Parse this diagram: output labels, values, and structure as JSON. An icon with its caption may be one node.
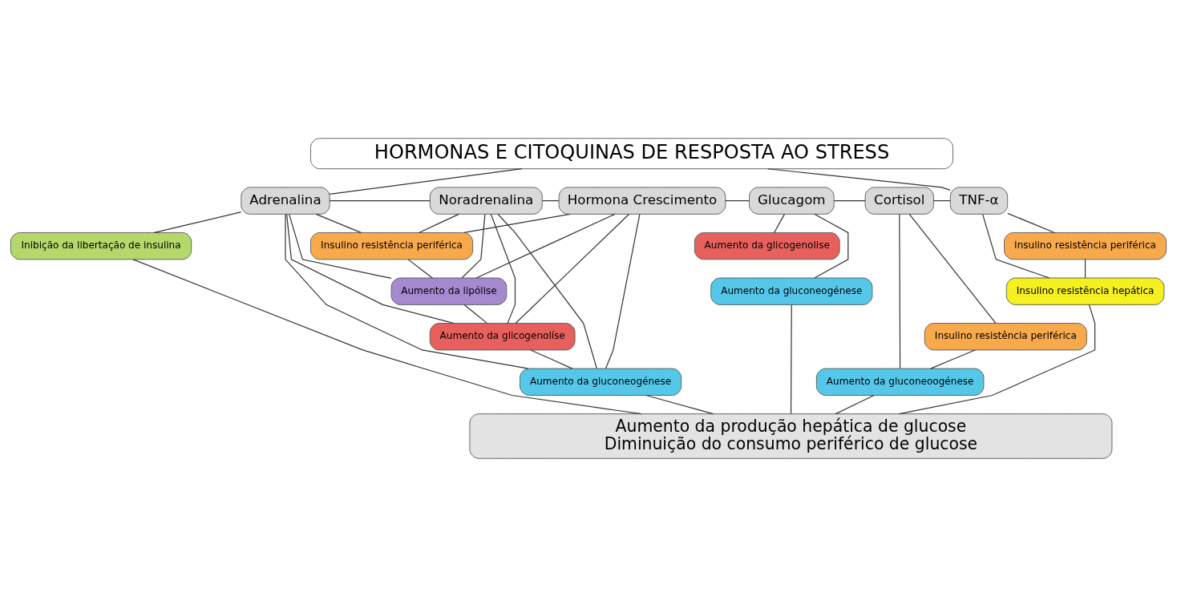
{
  "diagram": {
    "nodes": [
      {
        "text": [
          "HORMONAS E CITOQUINAS DE RESPOSTA AO STRESS"
        ]
      },
      {
        "text": [
          "Adrenalina"
        ]
      },
      {
        "text": [
          "Noradrenalina"
        ]
      },
      {
        "text": [
          "Hormona Crescimento"
        ]
      },
      {
        "text": [
          "Glucagom"
        ]
      },
      {
        "text": [
          "Cortisol"
        ]
      },
      {
        "text": [
          "TNF-α"
        ]
      },
      {
        "text": [
          "Inibição da libertação de insulina"
        ]
      },
      {
        "text": [
          "Insulino resistência periférica"
        ]
      },
      {
        "text": [
          "Aumento da lipólise"
        ]
      },
      {
        "text": [
          "Aumento da glicogenolíse"
        ]
      },
      {
        "text": [
          "Aumento da gluconeogénese"
        ]
      },
      {
        "text": [
          "Aumento da glicogenolise"
        ]
      },
      {
        "text": [
          "Aumento da gluconeogénese"
        ]
      },
      {
        "text": [
          "Insulino resistência periférica"
        ]
      },
      {
        "text": [
          "Insulino resistência hepática"
        ]
      },
      {
        "text": [
          "Insulino resistência periférica"
        ]
      },
      {
        "text": [
          "Aumento da gluconeoogénese"
        ]
      },
      {
        "text": [
          "Aumento da produção hepática de glucose",
          "Diminuição do consumo periférico de glucose"
        ]
      }
    ],
    "edges": [
      {
        "from": 0,
        "to": 1,
        "arrow": "none"
      },
      {
        "from": 0,
        "to": 6,
        "arrow": "none"
      },
      {
        "from": 1,
        "to": 2,
        "arrow": "none"
      },
      {
        "from": 2,
        "to": 3,
        "arrow": "none"
      },
      {
        "from": 3,
        "to": 4,
        "arrow": "none"
      },
      {
        "from": 4,
        "to": 5,
        "arrow": "none"
      },
      {
        "from": 5,
        "to": 6,
        "arrow": "none"
      },
      {
        "from": 1,
        "to": 7,
        "arrow": "none"
      },
      {
        "from": 1,
        "to": 8,
        "arrow": "none"
      },
      {
        "from": 1,
        "to": 9,
        "arrow": "none"
      },
      {
        "from": 1,
        "to": 10,
        "arrow": "none"
      },
      {
        "from": 1,
        "to": 11,
        "arrow": "none"
      },
      {
        "from": 2,
        "to": 8,
        "arrow": "none"
      },
      {
        "from": 2,
        "to": 9,
        "arrow": "none"
      },
      {
        "from": 2,
        "to": 10,
        "arrow": "none"
      },
      {
        "from": 2,
        "to": 11,
        "arrow": "none"
      },
      {
        "from": 3,
        "to": 8,
        "arrow": "none"
      },
      {
        "from": 3,
        "to": 9,
        "arrow": "none"
      },
      {
        "from": 3,
        "to": 10,
        "arrow": "none"
      },
      {
        "from": 3,
        "to": 11,
        "arrow": "none"
      },
      {
        "from": 8,
        "to": 9,
        "arrow": "none"
      },
      {
        "from": 9,
        "to": 10,
        "arrow": "none"
      },
      {
        "from": 10,
        "to": 11,
        "arrow": "none"
      },
      {
        "from": 4,
        "to": 12,
        "arrow": "none"
      },
      {
        "from": 4,
        "to": 13,
        "arrow": "none"
      },
      {
        "from": 5,
        "to": 16,
        "arrow": "none"
      },
      {
        "from": 5,
        "to": 17,
        "arrow": "none"
      },
      {
        "from": 16,
        "to": 17,
        "arrow": "none"
      },
      {
        "from": 6,
        "to": 14,
        "arrow": "none"
      },
      {
        "from": 6,
        "to": 15,
        "arrow": "none"
      },
      {
        "from": 14,
        "to": 15,
        "arrow": "none"
      },
      {
        "from": 7,
        "to": 18,
        "arrow": "none"
      },
      {
        "from": 11,
        "to": 18,
        "arrow": "none"
      },
      {
        "from": 13,
        "to": 18,
        "arrow": "none"
      },
      {
        "from": 17,
        "to": 18,
        "arrow": "none"
      },
      {
        "from": 15,
        "to": 18,
        "arrow": "none"
      }
    ]
  }
}
